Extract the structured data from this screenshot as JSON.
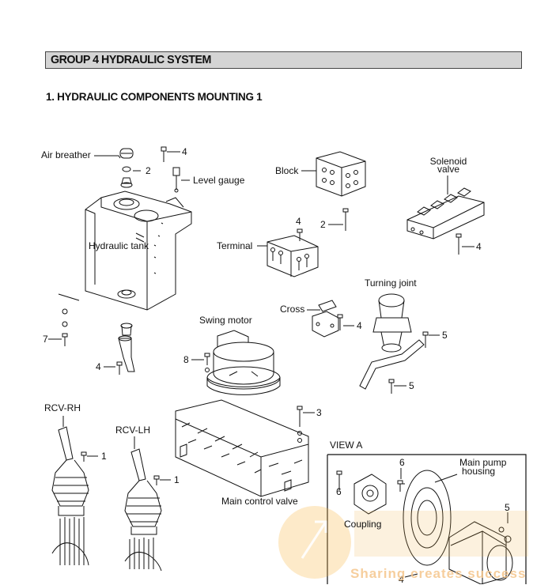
{
  "header": {
    "group_title": "GROUP  4  HYDRAULIC SYSTEM"
  },
  "section": {
    "title": "1. HYDRAULIC COMPONENTS MOUNTING 1"
  },
  "labels": {
    "air_breather": "Air breather",
    "level_gauge": "Level gauge",
    "hydraulic_tank": "Hydraulic tank",
    "block": "Block",
    "solenoid_valve_1": "Solenoid",
    "solenoid_valve_2": "valve",
    "terminal": "Terminal",
    "turning_joint": "Turning joint",
    "cross": "Cross",
    "swing_motor": "Swing motor",
    "rcv_rh": "RCV-RH",
    "rcv_lh": "RCV-LH",
    "main_control_valve": "Main control valve",
    "view_a": "VIEW   A",
    "main_pump_housing_1": "Main pump",
    "main_pump_housing_2": "housing",
    "coupling": "Coupling"
  },
  "callouts": {
    "n4_tank_top": "4",
    "n2_tank": "2",
    "n7": "7",
    "n4_tank_bottom": "4",
    "n4_terminal": "4",
    "n2_block": "2",
    "n4_solenoid": "4",
    "n4_cross": "4",
    "n5_tj_a": "5",
    "n5_tj_b": "5",
    "n8": "8",
    "n1_rh": "1",
    "n1_lh": "1",
    "n3": "3",
    "n6_a": "6",
    "n6_b": "6",
    "n5_view": "5",
    "n4_view": "4"
  },
  "watermark": {
    "text": "Sharing creates success"
  }
}
